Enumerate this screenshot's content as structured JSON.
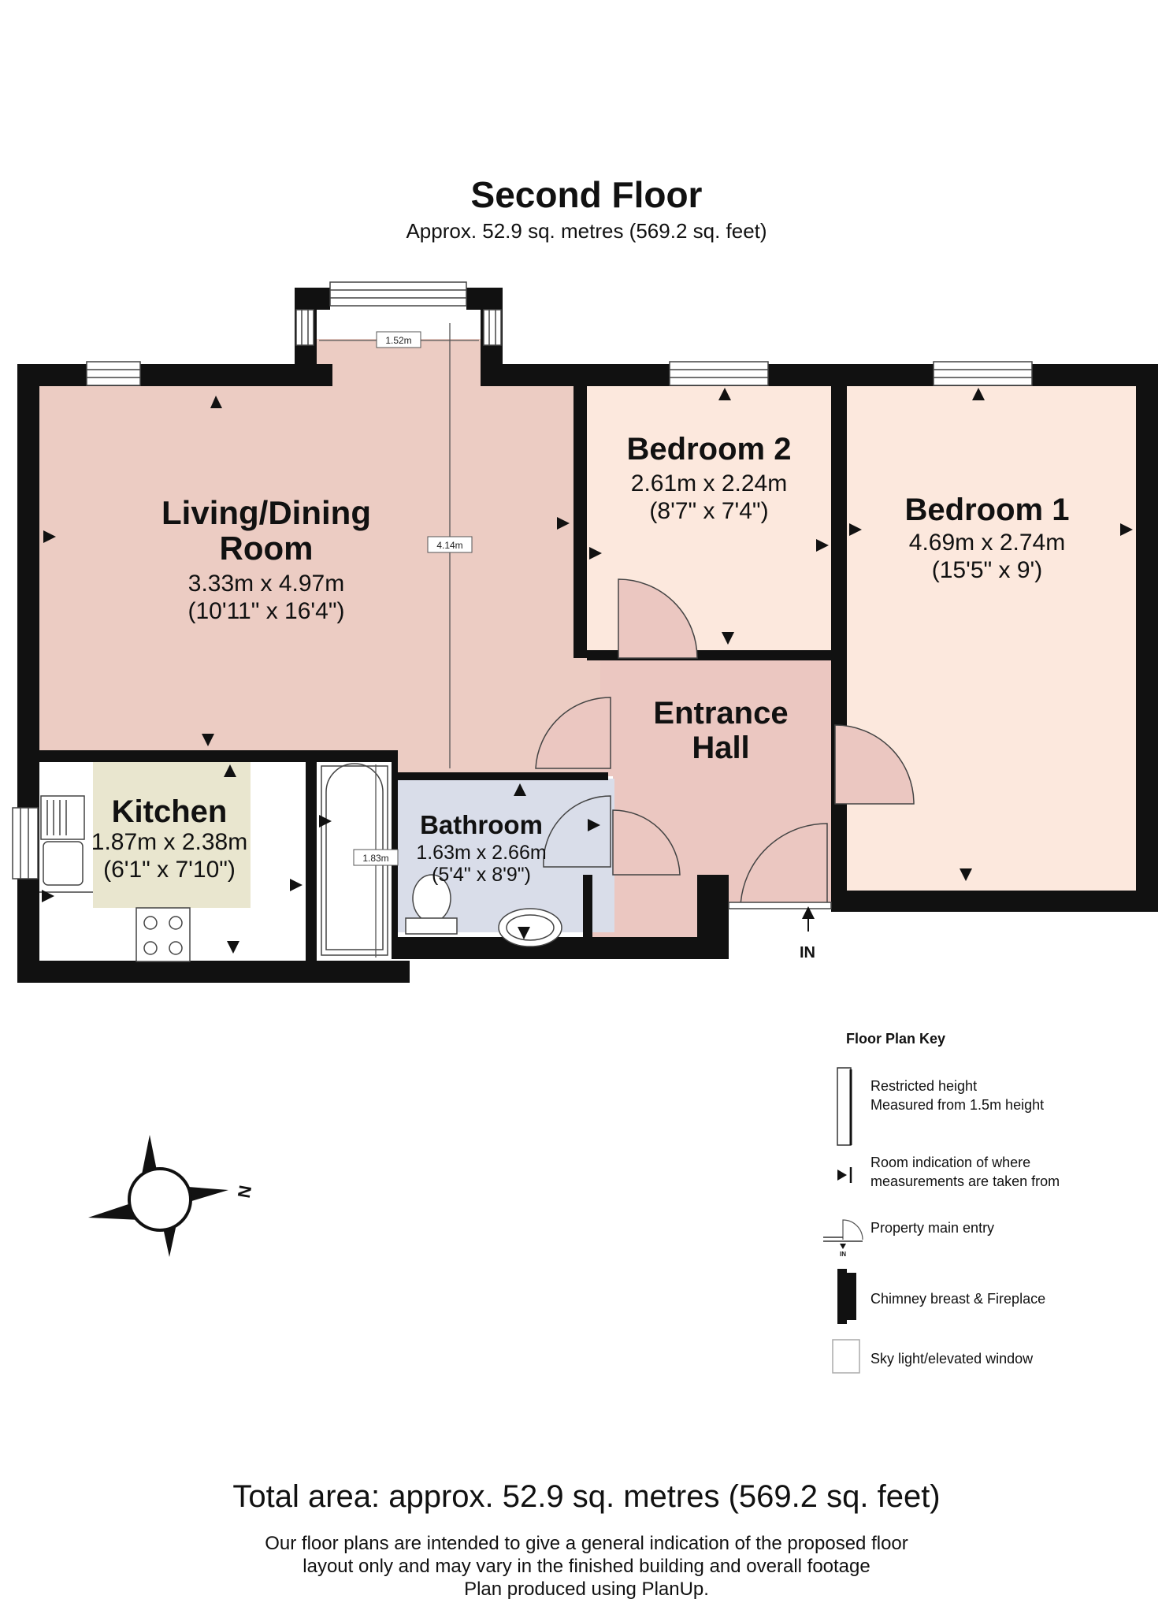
{
  "header": {
    "title": "Second Floor",
    "area": "Approx. 52.9 sq. metres (569.2 sq. feet)"
  },
  "rooms": {
    "living": {
      "name_line1": "Living/Dining",
      "name_line2": "Room",
      "size_m": "3.33m x 4.97m",
      "size_ft": "(10'11\" x 16'4\")"
    },
    "bedroom2": {
      "name": "Bedroom 2",
      "size_m": "2.61m x 2.24m",
      "size_ft": "(8'7\" x 7'4\")"
    },
    "bedroom1": {
      "name": "Bedroom 1",
      "size_m": "4.69m x 2.74m",
      "size_ft": "(15'5\" x 9')"
    },
    "hall": {
      "name_line1": "Entrance",
      "name_line2": "Hall"
    },
    "kitchen": {
      "name": "Kitchen",
      "size_m": "1.87m x 2.38m",
      "size_ft": "(6'1\" x 7'10\")"
    },
    "bathroom": {
      "name": "Bathroom",
      "size_m": "1.63m x 2.66m",
      "size_ft": "(5'4\" x 8'9\")"
    }
  },
  "dimensions": {
    "bay_width": "1.52m",
    "living_height": "4.14m",
    "bath_length": "1.83m"
  },
  "entry_label": "IN",
  "compass_label": "N",
  "key": {
    "title": "Floor Plan Key",
    "items": [
      {
        "line1": "Restricted height",
        "line2": "Measured from 1.5m height"
      },
      {
        "line1": "Room indication of where",
        "line2": "measurements are taken from"
      },
      {
        "line1": "Property main entry",
        "line2": ""
      },
      {
        "line1": "Chimney breast & Fireplace",
        "line2": ""
      },
      {
        "line1": "Sky light/elevated window",
        "line2": ""
      }
    ],
    "entry_icon_label": "IN"
  },
  "footer": {
    "total": "Total area: approx. 52.9 sq. metres (569.2 sq. feet)",
    "line1": "Our floor plans are intended to give a general indication of the proposed floor",
    "line2": "layout only and may vary  in the finished building and overall footage",
    "line3": "Plan produced using PlanUp."
  },
  "colors": {
    "wall": "#111111",
    "living": "#ecccc3",
    "bedroom": "#fce8dd",
    "hall": "#ebc7c1",
    "kitchen": "#e9e6cf",
    "bathroom": "#d9dde9",
    "window": "#ffffff"
  }
}
